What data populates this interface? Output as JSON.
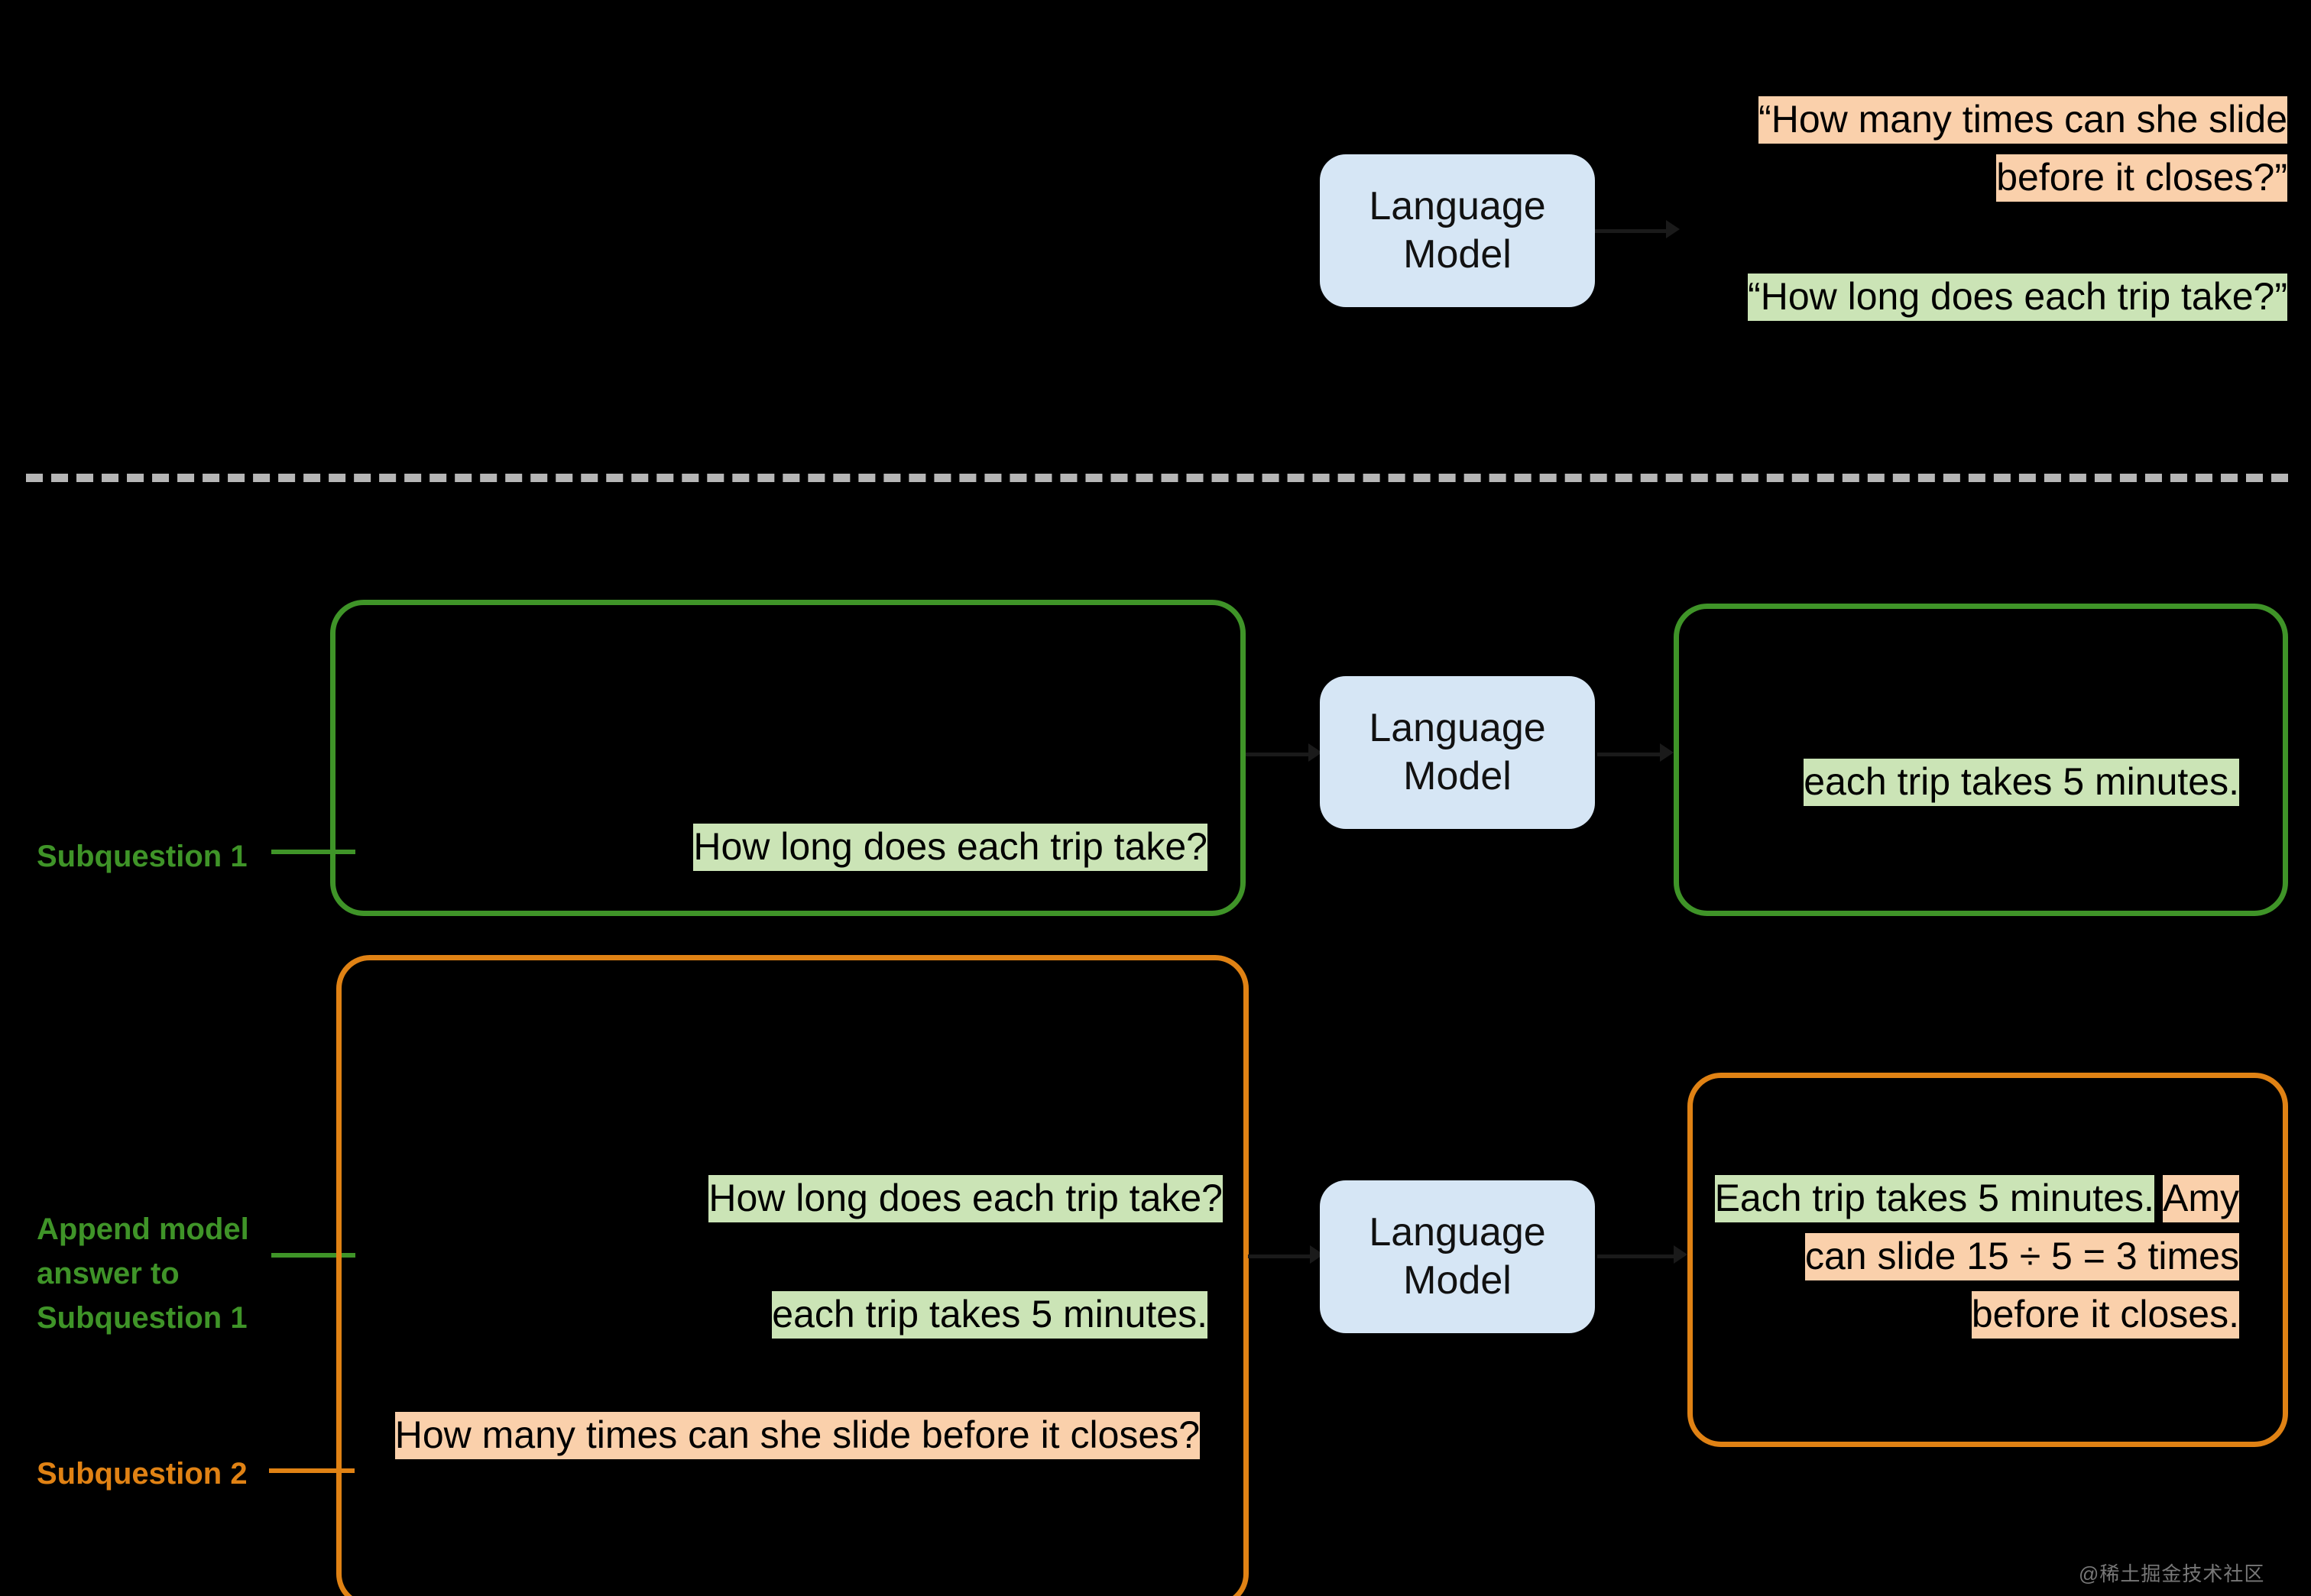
{
  "diagram": {
    "title": "Least-to-Most Prompting Decomposition Flow",
    "colors": {
      "background": "#000000",
      "highlight_green": "#cbe4b6",
      "highlight_orange": "#fad0ab",
      "box_green_border": "#3f9428",
      "box_orange_border": "#e08214",
      "lm_box_fill": "#d6e6f5",
      "divider_gray": "#b6b6b6",
      "label_green": "#3f9428",
      "label_orange": "#e08214"
    }
  },
  "stage_top": {
    "lm_box": {
      "line1": "Language",
      "line2": "Model"
    },
    "output_subquestion_2": "“How many times can she slide before it closes?”",
    "output_subquestion_1": "“How long does each trip take?”"
  },
  "divider": {
    "style": "dashed"
  },
  "stage_middle": {
    "side_label": "Subquestion 1",
    "prompt_box": {
      "question_green": "How long does each trip take?"
    },
    "lm_box": {
      "line1": "Language",
      "line2": "Model"
    },
    "answer_box": {
      "answer_green": "each trip takes 5 minutes."
    }
  },
  "stage_bottom": {
    "side_label_append": "Append model answer to Subquestion 1",
    "side_label_subquestion2": "Subquestion 2",
    "prompt_box": {
      "question_green": "How long does each trip take?",
      "answer_green": "each trip takes 5 minutes.",
      "question_orange": "How many times can she slide before it closes?"
    },
    "lm_box": {
      "line1": "Language",
      "line2": "Model"
    },
    "answer_box": {
      "answer_green": "Each trip takes 5 minutes.",
      "answer_orange": "Amy can slide 15 ÷ 5 = 3 times before it closes."
    }
  },
  "watermark": {
    "text": "@稀土掘金技术社区"
  }
}
